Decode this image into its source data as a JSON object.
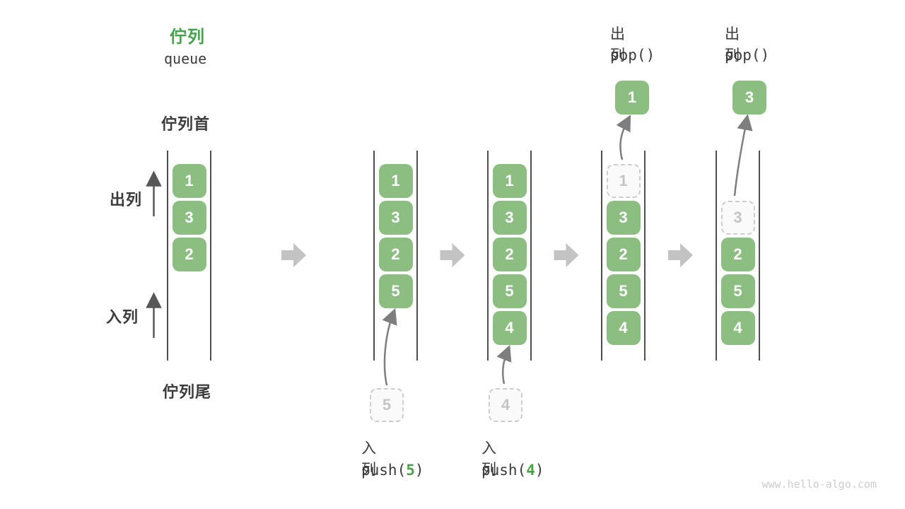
{
  "title": {
    "zh": "佇列",
    "en": "queue"
  },
  "side_labels": {
    "front": "佇列首",
    "rear": "佇列尾",
    "dequeue": "出列",
    "enqueue": "入列"
  },
  "watermark": "www.hello-algo.com",
  "colors": {
    "box_green": "#8cbe82",
    "title_green": "#46a44c",
    "arg_green": "#4ba14b",
    "step_arrow": "#c3c3c3",
    "rail": "#4e4e4e",
    "text": "#3b3b3b",
    "curve_arrow": "#7e7e7e",
    "up_arrow": "#575757"
  },
  "columns": [
    {
      "name": "state-initial",
      "boxes": [
        {
          "value": "1",
          "slot": 0,
          "style": "solid"
        },
        {
          "value": "3",
          "slot": 1,
          "style": "solid"
        },
        {
          "value": "2",
          "slot": 2,
          "style": "solid"
        }
      ]
    },
    {
      "name": "state-after-push-5",
      "boxes": [
        {
          "value": "1",
          "slot": 0,
          "style": "solid"
        },
        {
          "value": "3",
          "slot": 1,
          "style": "solid"
        },
        {
          "value": "2",
          "slot": 2,
          "style": "solid"
        },
        {
          "value": "5",
          "slot": 3,
          "style": "solid"
        }
      ],
      "pending_value": "5",
      "bottom_label": {
        "zh": "入列",
        "code_prefix": "push(",
        "arg": "5",
        "code_suffix": ")"
      }
    },
    {
      "name": "state-after-push-4",
      "boxes": [
        {
          "value": "1",
          "slot": 0,
          "style": "solid"
        },
        {
          "value": "3",
          "slot": 1,
          "style": "solid"
        },
        {
          "value": "2",
          "slot": 2,
          "style": "solid"
        },
        {
          "value": "5",
          "slot": 3,
          "style": "solid"
        },
        {
          "value": "4",
          "slot": 4,
          "style": "solid"
        }
      ],
      "pending_value": "4",
      "bottom_label": {
        "zh": "入列",
        "code_prefix": "push(",
        "arg": "4",
        "code_suffix": ")"
      }
    },
    {
      "name": "state-after-pop-1",
      "boxes": [
        {
          "value": "1",
          "slot": 0,
          "style": "dashed"
        },
        {
          "value": "3",
          "slot": 1,
          "style": "solid"
        },
        {
          "value": "2",
          "slot": 2,
          "style": "solid"
        },
        {
          "value": "5",
          "slot": 3,
          "style": "solid"
        },
        {
          "value": "4",
          "slot": 4,
          "style": "solid"
        }
      ],
      "popped_value": "1",
      "top_label": {
        "zh": "出列",
        "code": "pop()"
      }
    },
    {
      "name": "state-after-pop-3",
      "boxes": [
        {
          "value": "3",
          "slot": 1,
          "style": "dashed"
        },
        {
          "value": "2",
          "slot": 2,
          "style": "solid"
        },
        {
          "value": "5",
          "slot": 3,
          "style": "solid"
        },
        {
          "value": "4",
          "slot": 4,
          "style": "solid"
        }
      ],
      "popped_value": "3",
      "top_label": {
        "zh": "出列",
        "code": "pop()"
      }
    }
  ]
}
